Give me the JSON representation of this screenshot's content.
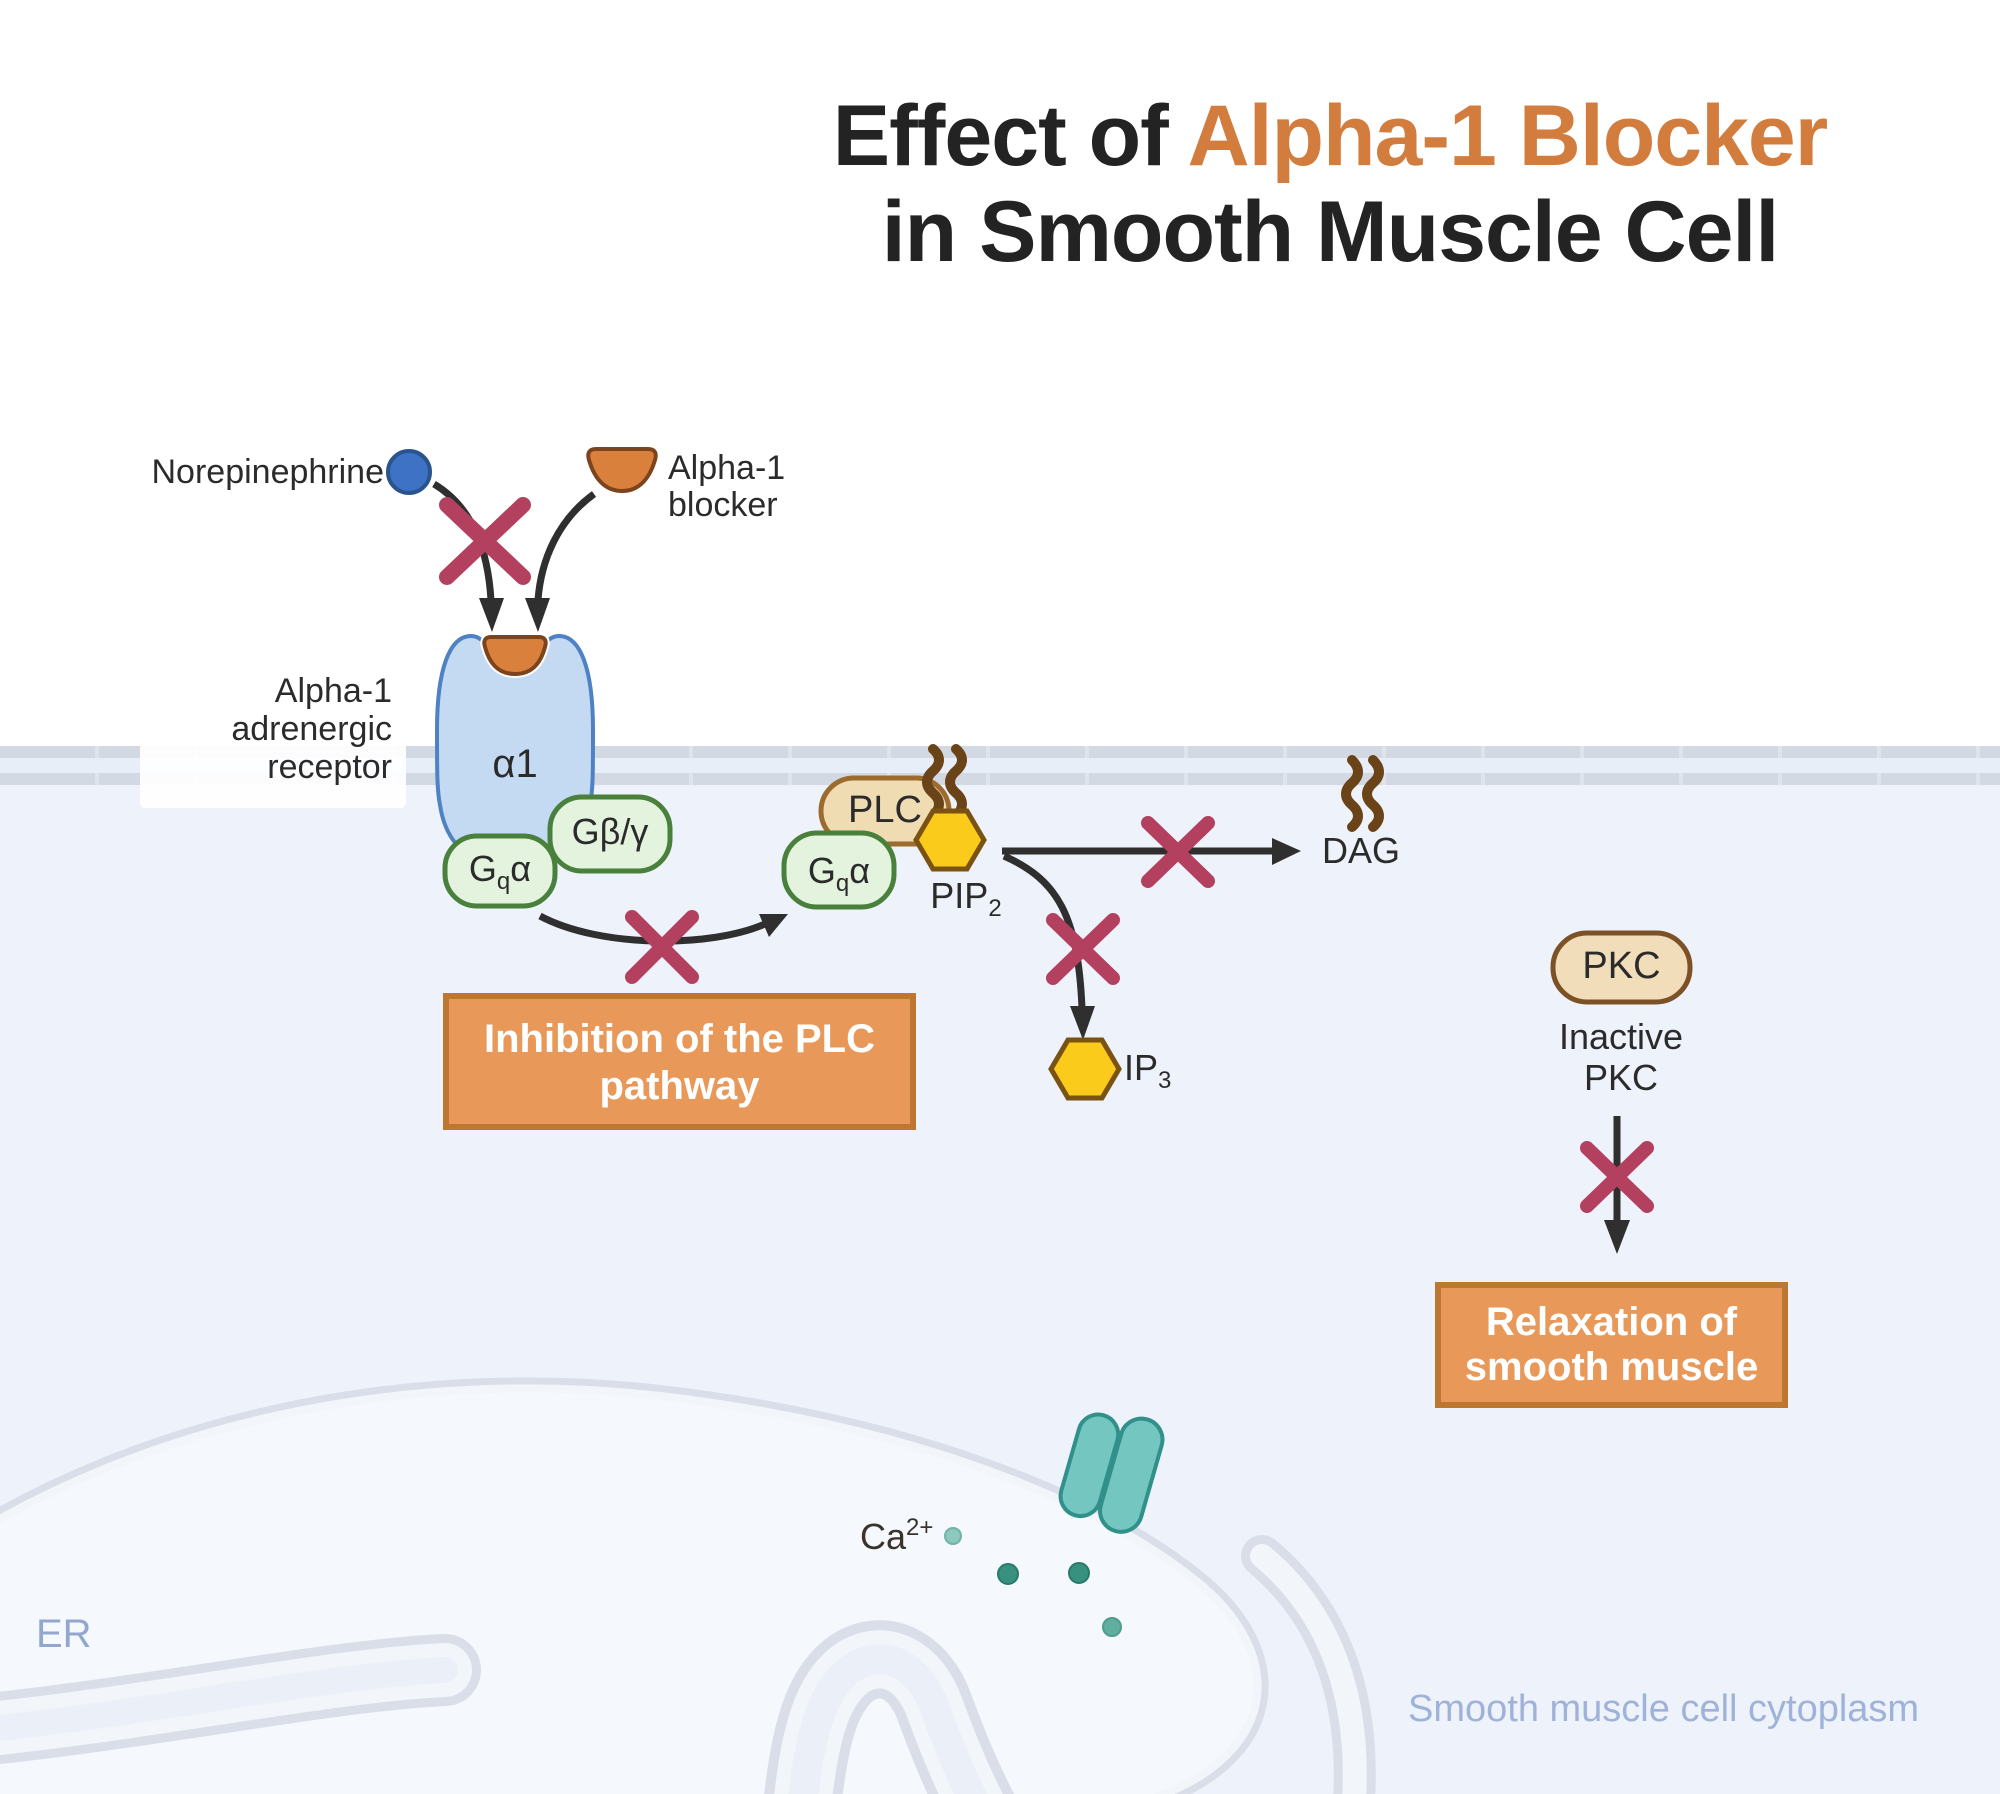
{
  "title": {
    "prefix": "Effect of ",
    "highlight": "Alpha-1 Blocker",
    "line2": "in Smooth Muscle Cell"
  },
  "ligands": {
    "norepinephrine_label": "Norepinephrine",
    "blocker_line1": "Alpha-1",
    "blocker_line2": "blocker"
  },
  "receptor": {
    "label_line1": "Alpha-1",
    "label_line2": "adrenergic",
    "label_line3": "receptor",
    "symbol": "α1"
  },
  "g_proteins": {
    "gq_main": "G",
    "gq_sub": "q",
    "gq_tail": "α",
    "g_beta_gamma": "Gβ/γ"
  },
  "signaling": {
    "plc": "PLC",
    "pip2_main": "PIP",
    "pip2_sub": "2",
    "dag": "DAG",
    "ip3_main": "IP",
    "ip3_sub": "3",
    "pkc": "PKC",
    "inactive_line1": "Inactive",
    "inactive_line2": "PKC"
  },
  "callouts": {
    "inhibition_line1": "Inhibition of the PLC",
    "inhibition_line2": "pathway",
    "relaxation_line1": "Relaxation of",
    "relaxation_line2": "smooth muscle"
  },
  "ions": {
    "calcium_main": "Ca",
    "calcium_sup": "2+"
  },
  "compartments": {
    "er_label": "ER",
    "cytoplasm_label": "Smooth muscle cell cytoplasm"
  },
  "colors": {
    "title_highlight": "#D27D3E",
    "inhibit_x": "#B4405F",
    "callout_fill": "#E8995A",
    "callout_border": "#BE7730",
    "membrane_band": "#D3D9E2",
    "receptor_fill": "#C4DAF3",
    "g_protein_fill": "#E4F3DE",
    "hexagon_fill": "#FBCB1C",
    "enzyme_fill": "#F0DCB2",
    "blocker_fill": "#D9813C",
    "norepinephrine_fill": "#3D72C4",
    "channel_fill": "#74C7C1"
  }
}
